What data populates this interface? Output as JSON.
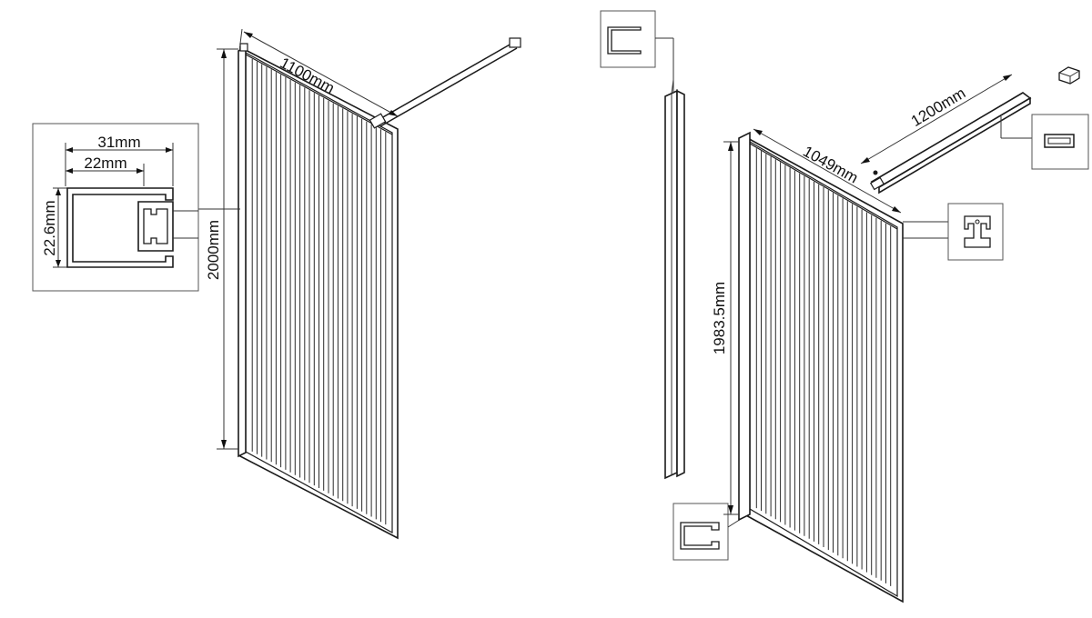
{
  "left_panel": {
    "width_label": "1100mm",
    "height_label": "2000mm"
  },
  "profile_detail": {
    "outer_width_label": "31mm",
    "inner_width_label": "22mm",
    "depth_label": "22.6mm"
  },
  "right_panel": {
    "width_label": "1049mm",
    "height_label": "1983.5mm",
    "arm_length_label": "1200mm"
  }
}
